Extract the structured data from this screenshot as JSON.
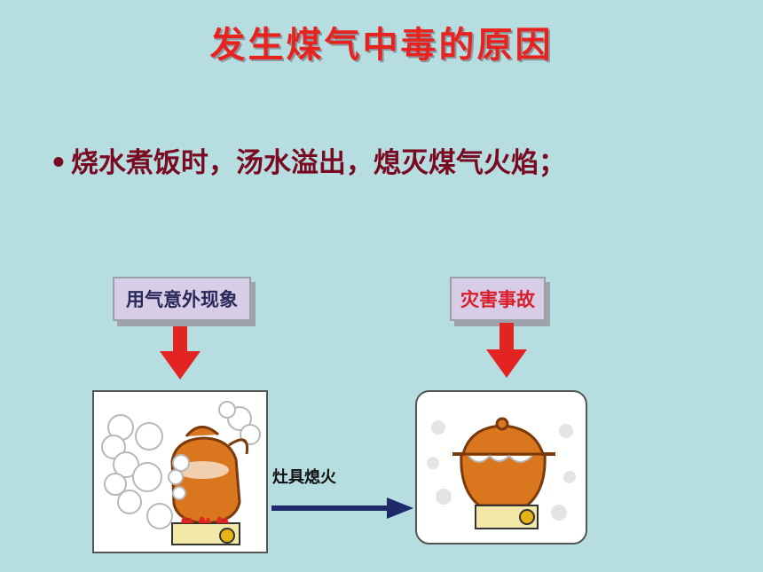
{
  "slide": {
    "title": "发生煤气中毒的原因",
    "bullet_marker": "•",
    "bullet_text": "烧水煮饭时，汤水溢出，熄灭煤气火焰；"
  },
  "diagram": {
    "left_label": "用气意外现象",
    "right_label": "灾害事故",
    "connector_label": "灶具熄火"
  },
  "colors": {
    "background": "#b6dee0",
    "title": "#e8231f",
    "bullet": "#7a0a22",
    "arrow_red": "#e32422",
    "arrow_blue": "#1e2a6a",
    "pot": "#d9761e"
  },
  "icons": [
    "down-arrow-icon",
    "right-arrow-icon",
    "boiling-pot-icon",
    "extinguished-stove-icon"
  ]
}
